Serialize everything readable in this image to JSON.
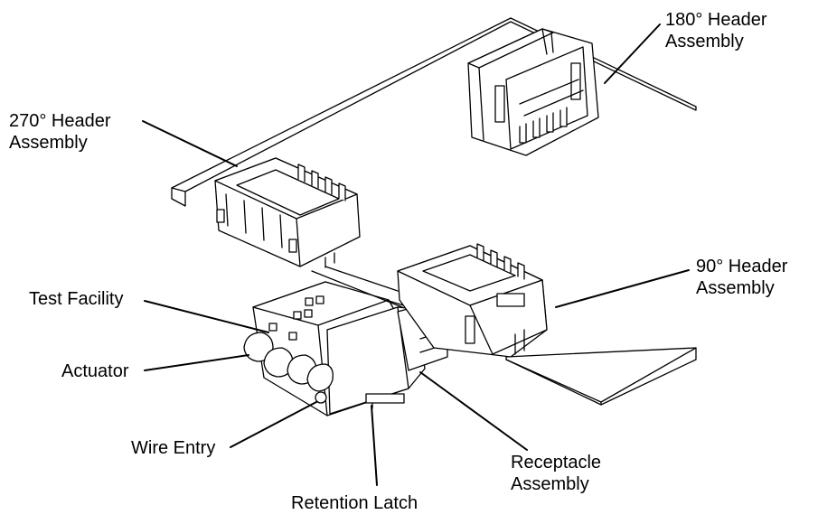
{
  "labels": {
    "header_180_line1": "180° Header",
    "header_180_line2": "Assembly",
    "header_270_line1": "270° Header",
    "header_270_line2": "Assembly",
    "header_90_line1": "90° Header",
    "header_90_line2": "Assembly",
    "test_facility": "Test Facility",
    "actuator": "Actuator",
    "wire_entry": "Wire Entry",
    "retention_latch": "Retention Latch",
    "receptacle_line1": "Receptacle",
    "receptacle_line2": "Assembly"
  },
  "colors": {
    "line": "#000000",
    "fill": "#ffffff",
    "shade": "#e6e6e6"
  }
}
